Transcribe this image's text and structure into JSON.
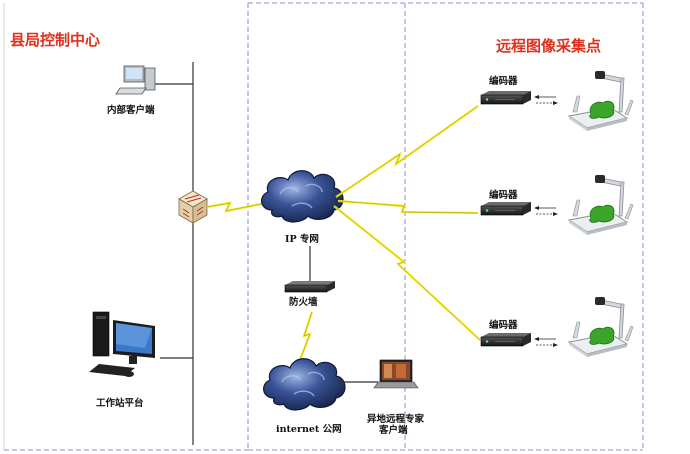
{
  "regions": {
    "left_title": "县局控制中心",
    "right_title": "远程图像采集点"
  },
  "nodes": {
    "internal_client": "内部客户端",
    "workstation": "工作站平台",
    "ip_network": "IP 专网",
    "firewall": "防火墙",
    "internet": "internet 公网",
    "remote_expert_line1": "异地远程专家",
    "remote_expert_line2": "客户端",
    "encoder_1": "编码器",
    "encoder_2": "编码器",
    "encoder_3": "编码器"
  },
  "colors": {
    "title_red": "#e0301e",
    "dashed_border": "#8a8fd6",
    "lightning_yellow": "#f2ea1c",
    "cloud_dark": "#1f2f5c",
    "cloud_light": "#8aa4d8"
  },
  "icons": [
    "computer-icon",
    "router-icon",
    "cloud-icon",
    "firewall-icon",
    "laptop-icon",
    "encoder-icon",
    "document-camera-icon",
    "lightning-link-icon"
  ]
}
